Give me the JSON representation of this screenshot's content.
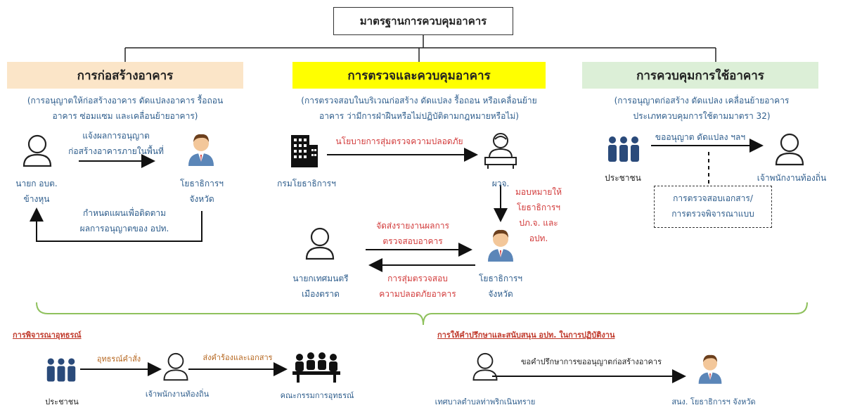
{
  "title": "มาตรฐานการควบคุมอาคาร",
  "columns": [
    {
      "header": "การก่อสร้างอาคาร",
      "header_bg": "#fbe5c8",
      "desc_line1": "(การอนุญาตให้ก่อสร้างอาคาร ดัดแปลงอาคาร รื้อถอน",
      "desc_line2": "อาคาร ซ่อมแซม และเคลื่อนย้ายอาคาร)"
    },
    {
      "header": "การตรวจและควบคุมอาคาร",
      "header_bg": "#ffff00",
      "desc_line1": "(การตรวจสอบในบริเวณก่อสร้าง ดัดแปลง รื้อถอน หรือเคลื่อนย้าย",
      "desc_line2": "อาคาร ว่ามีการฝ่าฝืนหรือไม่ปฏิบัติตามกฎหมายหรือไม่)"
    },
    {
      "header": "การควบคุมการใช้อาคาร",
      "header_bg": "#dcefd7",
      "desc_line1": "(การอนุญาตก่อสร้าง ดัดแปลง เคลื่อนย้ายอาคาร",
      "desc_line2": "ประเภทควบคุมการใช้ตามมาตรา 32)"
    }
  ],
  "left": {
    "actor1": [
      "นายก อบต.",
      "ข้างหุน"
    ],
    "actor2": [
      "โยธาธิการฯ",
      "จังหวัด"
    ],
    "arrow_top": [
      "แจ้งผลการอนุญาต",
      "ก่อสร้างอาคารภายในพื้นที่"
    ],
    "arrow_bottom": [
      "กำหนดแผนเพื่อติดตาม",
      "ผลการอนุญาตของ อปท."
    ]
  },
  "middle": {
    "dept": "กรมโยธาธิการฯ",
    "policy": "นโยบายการสุ่มตรวจความปลอดภัย",
    "governor": "ผวจ.",
    "assign": [
      "มอบหมายให้",
      "โยธาธิการฯ",
      "ปภ.จ. และ",
      "อปท."
    ],
    "mayor": [
      "นายกเทศมนตรี",
      "เมืองตราด"
    ],
    "yotha": [
      "โยธาธิการฯ",
      "จังหวัด"
    ],
    "report": [
      "จัดส่งรายงานผลการ",
      "ตรวจสอบอาคาร"
    ],
    "random": [
      "การสุ่มตรวจสอบ",
      "ความปลอดภัยอาคาร"
    ]
  },
  "right": {
    "people": "ประชาชน",
    "request": "ขออนุญาต ดัดแปลง ฯลฯ",
    "officer": "เจ้าพนักงานท้องถิ่น",
    "check": [
      "การตรวจสอบเอกสาร/",
      "การตรวจพิจารณาแบบ"
    ]
  },
  "bottom_left": {
    "heading": "การพิจารณาอุทธรณ์",
    "people": "ประชาชน",
    "appeal": "อุทธรณ์คำสั่ง",
    "officer": "เจ้าพนักงานท้องถิ่น",
    "send": "ส่งคำร้องและเอกสาร",
    "committee": "คณะกรรมการอุทธรณ์"
  },
  "bottom_right": {
    "heading": "การให้คำปรึกษาและสนับสนุน อปท. ในการปฏิบัติงาน",
    "consult": "ขอคำปรึกษาการขออนุญาตก่อสร้างอาคาร",
    "municipality": "เทศบาลตำบลท่าพริกเนินทราย",
    "office": "สนง. โยธาธิการฯ จังหวัด"
  },
  "colors": {
    "blue": "#2e5d8c",
    "red": "#d23a3a",
    "green_brace": "#8fc15d"
  }
}
